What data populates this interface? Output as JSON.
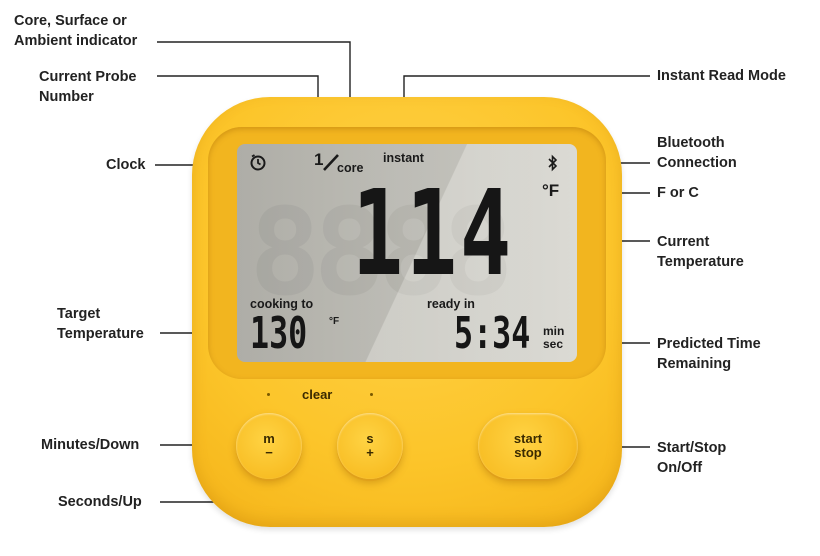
{
  "callouts": {
    "core_surface": [
      "Core, Surface or",
      "Ambient indicator"
    ],
    "probe_number": [
      "Current Probe",
      "Number"
    ],
    "clock": "Clock",
    "instant_read": "Instant Read Mode",
    "bluetooth": [
      "Bluetooth",
      "Connection"
    ],
    "f_or_c": "F or C",
    "current_temp": [
      "Current",
      "Temperature"
    ],
    "target_temp": [
      "Target",
      "Temperature"
    ],
    "predicted_time": [
      "Predicted Time",
      "Remaining"
    ],
    "minutes_down": "Minutes/Down",
    "seconds_up": "Seconds/Up",
    "start_stop": [
      "Start/Stop",
      "On/Off"
    ]
  },
  "lcd": {
    "probe": "1",
    "core_label": "core",
    "instant_label": "instant",
    "main_temp": "114",
    "main_unit": "°F",
    "cooking_to_label": "cooking to",
    "target_value": "130",
    "target_unit": "°F",
    "ready_in_label": "ready in",
    "time_value": "5:34",
    "time_min": "min",
    "time_sec": "sec"
  },
  "buttons": {
    "clear_label": "clear",
    "m_top": "m",
    "m_bottom": "−",
    "s_top": "s",
    "s_bottom": "+",
    "start": "start",
    "stop": "stop"
  },
  "colors": {
    "body": "#fcc52a",
    "lcd": "#c8c7c0",
    "segments": "#161616"
  },
  "icons": [
    "clock-icon",
    "probe-slash-icon",
    "bluetooth-icon"
  ]
}
